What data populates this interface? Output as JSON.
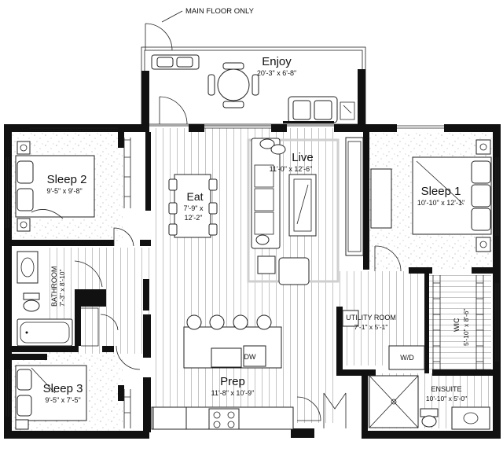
{
  "note": "MAIN FLOOR ONLY",
  "rooms": {
    "enjoy": {
      "name": "Enjoy",
      "dims": "20'-3\" x 6'-8\""
    },
    "live": {
      "name": "Live",
      "dims": "11'-0\" x 12'-6\""
    },
    "sleep2": {
      "name": "Sleep 2",
      "dims": "9'-5\" x 9'-8\""
    },
    "sleep1": {
      "name": "Sleep 1",
      "dims": "10'-10\" x 12'-1\""
    },
    "eat": {
      "name": "Eat",
      "dims_line1": "7'-9\" x",
      "dims_line2": "12'-2\""
    },
    "bathroom": {
      "name": "BATHROOM",
      "dims": "7'-3\" x 8'-10\""
    },
    "utility": {
      "name": "UTILITY ROOM",
      "dims": "7'-1\" x 5'-1\""
    },
    "wic": {
      "name": "WIC",
      "dims": "5'-10\" x 8'-6\""
    },
    "sleep3": {
      "name": "Sleep 3",
      "dims": "9'-5\" x 7'-5\""
    },
    "prep": {
      "name": "Prep",
      "dims": "11'-8\" x 10'-9\""
    },
    "ensuite": {
      "name": "ENSUITE",
      "dims": "10'-10\" x 5'-0\""
    }
  },
  "fixtures": {
    "dishwasher": "DW",
    "washer_dryer": "W/D"
  },
  "colors": {
    "wall": "#111111",
    "floor_planks": "#555555",
    "carpet_speckle": "#9a9a9a",
    "rug": "#cfcfcf"
  }
}
